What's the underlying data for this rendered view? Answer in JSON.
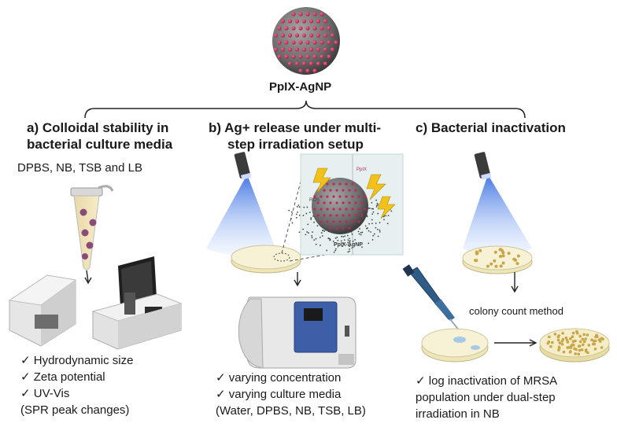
{
  "center": {
    "label": "PpIX-AgNP"
  },
  "panels": {
    "a": {
      "title_line1": "a) Colloidal stability in",
      "title_line2": "bacterial culture media",
      "media": "DPBS, NB, TSB and LB",
      "checks": [
        "Hydrodynamic size",
        "Zeta potential",
        "UV-Vis"
      ],
      "note": "(SPR peak changes)"
    },
    "b": {
      "title_line1": "b) Ag+ release under multi-",
      "title_line2": "step irradiation setup",
      "inset_labels": {
        "ppix": "PpIX",
        "ros": "ROS",
        "particle": "PpIX-AgNP"
      },
      "checks": [
        "varying concentration",
        "varying culture media"
      ],
      "note": "(Water, DPBS, NB, TSB, LB)"
    },
    "c": {
      "title": "c) Bacterial inactivation",
      "method": "colony count method",
      "checks": [
        "log inactivation of MRSA"
      ],
      "note_line1": "population under dual-step",
      "note_line2": "irradiation in NB"
    }
  },
  "check_mark": "✓",
  "colors": {
    "nanoparticle_body": "#6e6e6e",
    "dots": "#c0285a",
    "light_beam": "#4a7ee8",
    "petri_fill": "#efe6b8",
    "colony": "#c9a64a"
  }
}
